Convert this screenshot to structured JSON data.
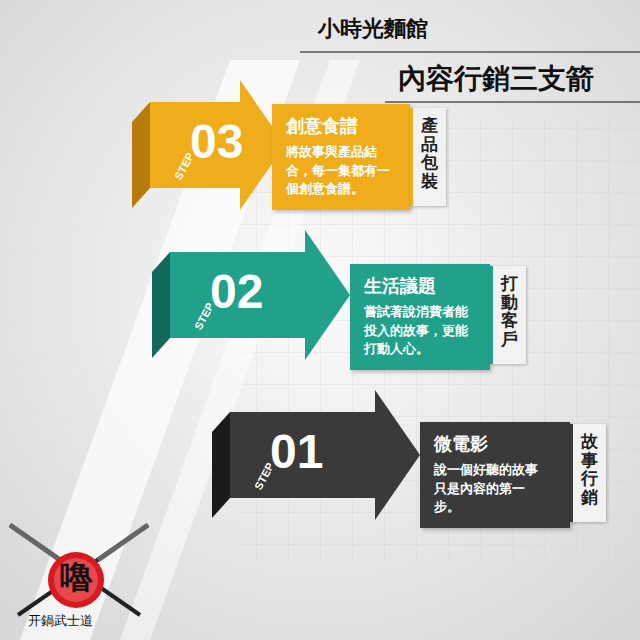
{
  "diagram": {
    "title": "小時光麵館",
    "nodes": [
      {
        "text": [
          "STEP",
          "03"
        ]
      },
      {
        "text": [
          "創意食譜",
          "將故事與產品結合，每一集都有一個創意食譜。"
        ]
      },
      {
        "text": [
          "產品包裝"
        ]
      },
      {
        "text": [
          "STEP",
          "02"
        ]
      },
      {
        "text": [
          "生活議題",
          "嘗試著說消費者能投入的故事，更能打動人心。"
        ]
      },
      {
        "text": [
          "打動客戶"
        ]
      },
      {
        "text": [
          "STEP",
          "01"
        ]
      },
      {
        "text": [
          "微電影",
          "說一個好聽的故事只是內容的第一步。"
        ]
      },
      {
        "text": [
          "故事行銷"
        ]
      }
    ],
    "labels": [
      "內容行銷三支箭",
      "嚕",
      "开鍋武士道"
    ]
  }
}
